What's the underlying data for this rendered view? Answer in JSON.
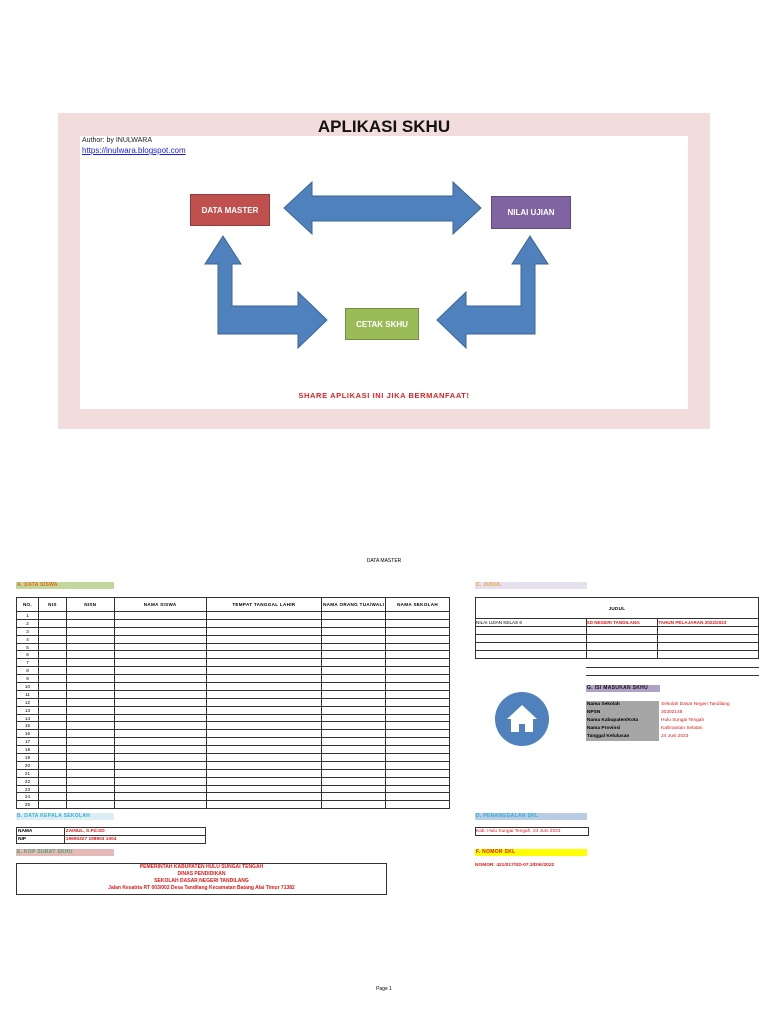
{
  "banner": {
    "title": "APLIKASI SKHU",
    "author": "Author: by INULWARA",
    "author_link": "https://inulwara.blogspot.com",
    "data_master_label": "DATA MASTER",
    "nilai_ujian_label": "NILAI UJIAN",
    "cetak_skhu_label": "CETAK SKHU",
    "share_text": "SHARE APLIKASI INI JIKA BERMANFAAT!"
  },
  "data_master": {
    "title": "DATA MASTER",
    "sec_a": "A. DATA SISWA",
    "sec_b": "B. DATA KEPALA SEKOLAH",
    "sec_c": "C. JUDUL",
    "sec_d": "D. PENANGGALAN SKL",
    "sec_e": "E. KOP SURAT SKHU",
    "sec_f": "F. NOMOR SKL",
    "sec_g": "G. ISI MASUKAN SKHU",
    "student_headers": [
      "NO.",
      "NIS",
      "NISN",
      "NAMA SISWA",
      "TEMPAT TANGGAL LAHIR",
      "NAMA ORANG TUA/WALI",
      "NAMA SEKOLAH"
    ],
    "row_numbers": [
      "1",
      "2",
      "3",
      "4",
      "5",
      "6",
      "7",
      "8",
      "9",
      "10",
      "11",
      "12",
      "13",
      "14",
      "15",
      "16",
      "17",
      "18",
      "19",
      "20",
      "21",
      "22",
      "23",
      "24",
      "25"
    ],
    "kepsek": {
      "nama_label": "NAMA",
      "nama_value": "ZAINUL, S.Pd.SD",
      "nip_label": "NIP",
      "nip_value": "19690327 198903 1004"
    },
    "kop": {
      "line1": "PEMERINTAH KABUPATEN HULU SUNGAI TENGAH",
      "line2": "DINAS PENDIDIKAN",
      "line3": "SEKOLAH DASAR NEGERI TANDILANG",
      "line4": "Jalan Kesatria RT 003/002 Desa Tandilang Kecamatan Batang Alai Timur 71382"
    },
    "judul": {
      "header": "JUDUL",
      "row1_a": "NILAI UJIAN KELAS 6",
      "row1_b": "SD NEGERI TANDILANG",
      "row1_c": "TAHUN PELAJARAN 2022/2023"
    },
    "tanggal_skl": "Kab. Hulu Sungai Tengah, 24 Juni 2023",
    "nomor_skl": "NOMOR: 421/017/SD-07.3/DIK/2022",
    "home_icon": "home-icon",
    "isi": [
      {
        "label": "Nama Sekolah",
        "value": "Sekolah Dasar Negeri Tandilang"
      },
      {
        "label": "NPSN",
        "value": "30302148"
      },
      {
        "label": "Nama Kabupaten/Kota",
        "value": "Hulu Sungai Tengah"
      },
      {
        "label": "Nama Provinsi",
        "value": "Kalimantan Selatan"
      },
      {
        "label": "Tanggal Kelulusan",
        "value": "24 Juni 2023"
      }
    ]
  },
  "page_label": "Page 1",
  "colors": {
    "banner_bg": "#f3dcdc",
    "arrow": "#4f81bd",
    "data_master": "#c0504d",
    "nilai_ujian": "#8064a2",
    "cetak_skhu": "#9bbb59",
    "accent_red": "#e01818"
  }
}
